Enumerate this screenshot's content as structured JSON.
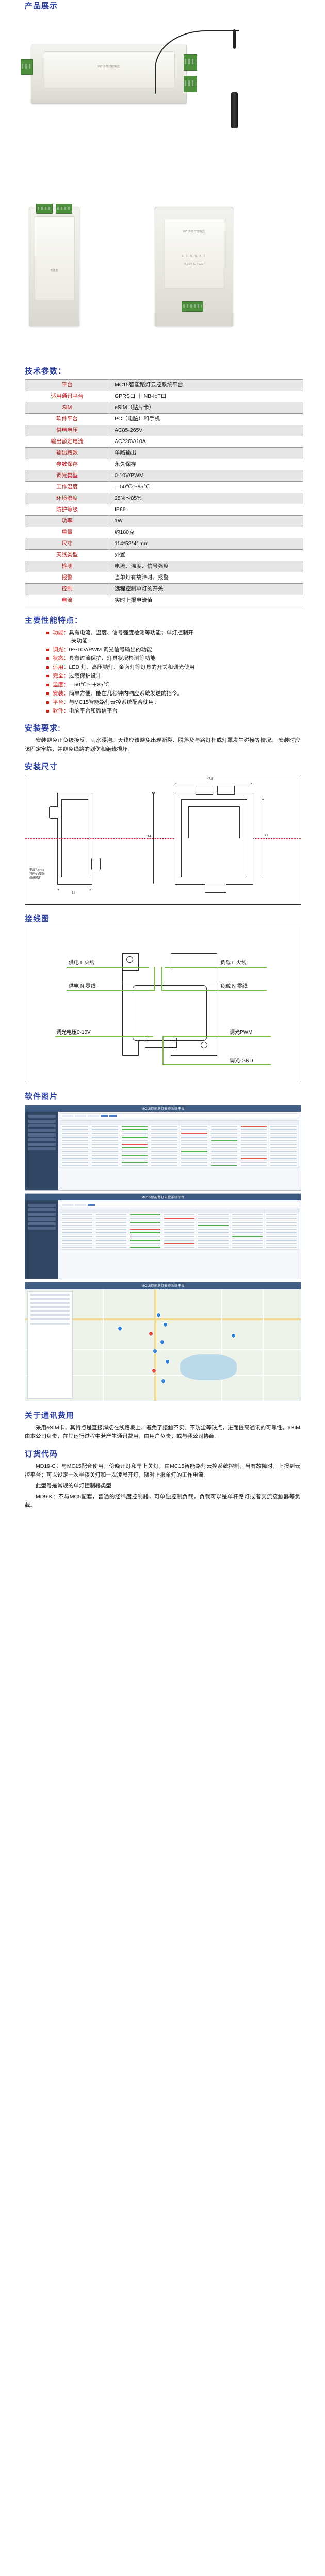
{
  "sections": {
    "product_display": "产品展示",
    "tech_params": "技术参数：",
    "main_features": "主要性能特点：",
    "install_req": "安装要求:",
    "install_dim": "安装尺寸",
    "wiring": "接线图",
    "software_images": "软件图片",
    "comm_fee": "关于通讯费用",
    "order_code": "订货代码"
  },
  "device": {
    "brand": "格瑞恩",
    "model_label": "MD19单灯控制器",
    "terminal_top": "S 1 N N A F",
    "terminal_bottom": "0-10V  G  PWM"
  },
  "params": {
    "rows": [
      {
        "key": "平台",
        "value": "MC15智能路灯云控系统平台"
      },
      {
        "key": "适用通讯平台",
        "value": "GPRS口 ｜ NB-IoT口"
      },
      {
        "key": "SIM",
        "value": "eSIM（贴片卡）"
      },
      {
        "key": "软件平台",
        "value": "PC（电脑）和手机"
      },
      {
        "key": "供电电压",
        "value": "AC85-265V"
      },
      {
        "key": "输出额定电流",
        "value": "AC220V/10A"
      },
      {
        "key": "输出路数",
        "value": "单路输出"
      },
      {
        "key": "参数保存",
        "value": "永久保存"
      },
      {
        "key": "调光类型",
        "value": "0-10V/PWM"
      },
      {
        "key": "工作温度",
        "value": "—50℃～85℃"
      },
      {
        "key": "环境湿度",
        "value": "25%～85%"
      },
      {
        "key": "防护等级",
        "value": "IP66"
      },
      {
        "key": "功率",
        "value": "1W"
      },
      {
        "key": "重量",
        "value": "约180克"
      },
      {
        "key": "尺寸",
        "value": "114*52*41mm"
      },
      {
        "key": "天线类型",
        "value": "外置"
      },
      {
        "key": "检测",
        "value": "电流、温度、信号强度"
      },
      {
        "key": "报警",
        "value": "当单灯有故障时，报警"
      },
      {
        "key": "控制",
        "value": "远程控制单灯的开关"
      },
      {
        "key": "电流",
        "value": "实时上报电流值"
      }
    ]
  },
  "features": {
    "items": [
      {
        "key": "功能：",
        "text": "具有电流、温度、信号强度检测等功能；单灯控制开",
        "cont": "关功能"
      },
      {
        "key": "调光：",
        "text": "0～10V/PWM 调光信号输出的功能",
        "cont": ""
      },
      {
        "key": "状态：",
        "text": "具有过流保护、灯具状况检测等功能",
        "cont": ""
      },
      {
        "key": "适用：",
        "text": "LED 灯、高压钠灯、金卤灯等灯具的开关和调光使用",
        "cont": ""
      },
      {
        "key": "完全：",
        "text": "过载保护设计",
        "cont": ""
      },
      {
        "key": "温度：",
        "text": "—50℃～＋85℃",
        "cont": ""
      },
      {
        "key": "安装：",
        "text": "简单方便，能在几秒钟内响应系统发送的指令。",
        "cont": ""
      },
      {
        "key": "平台：",
        "text": "与MC15智能路灯云控系统配合使用。",
        "cont": ""
      },
      {
        "key": "软件：",
        "text": "电脑平台和微信平台",
        "cont": ""
      }
    ]
  },
  "install_req_text": "安装避免正负级接反、雨水浸泡。天线应该避免出现断裂、脱落及与路灯杆或灯罩发生碰接等情况。 安装时应该固定牢靠，并避免线路的划伤和绝缘损坏。",
  "dim_drawing": {
    "w_top": "47.5",
    "w_body": "52",
    "h_total": "114",
    "h_sub": "41",
    "note": "安装孔Φ4.5\n可用Φ4膨胀\n螺丝固定"
  },
  "wiring": {
    "labels": {
      "supply_l": "供电 L 火线",
      "supply_n": "供电 N 零线",
      "load_l": "负载 L 火线",
      "load_n": "负载 N 零线",
      "dim_voltage": "调光电压0-10V",
      "dim_pwm": "调光PWM",
      "dim_gnd": "调光-GND"
    }
  },
  "software": {
    "shot1_title": "MC15智能路灯云控系统平台",
    "shot2_title": "MC15智能路灯云控系统平台",
    "map_title": "MC15智能路灯云控系统平台"
  },
  "comm_fee_text": "采用eSIM卡，其特点是直接焊接在线路板上，避免了接触不实、不防尘等缺点，进而提高通讯的可靠性。eSIM由本公司负责，在其运行过程中若产生通讯费用，由用户负责，或与我公司协商。",
  "order_code": {
    "p1": "MD19-C：与MC15配套使用，傍晚开灯和早上关灯，由MC15智能路灯云控系统控制，当有故障时，上报到云控平台；可以设定一次半夜关灯和一次凌晨开灯，随时上报单灯的工作电流。",
    "p2": "此型号是常规的单灯控制器类型",
    "p3": "MD9-K：不与MC5配套，普通的经纬度控制器，可单独控制负载，负载可以是单杆路灯或者交流接触器等负载。"
  },
  "colors": {
    "heading": "#2b3f9e",
    "param_key": "#b31a17",
    "bullet": "#d81f17",
    "wire": "#7bc043",
    "dim_red": "#cf2d2d"
  }
}
